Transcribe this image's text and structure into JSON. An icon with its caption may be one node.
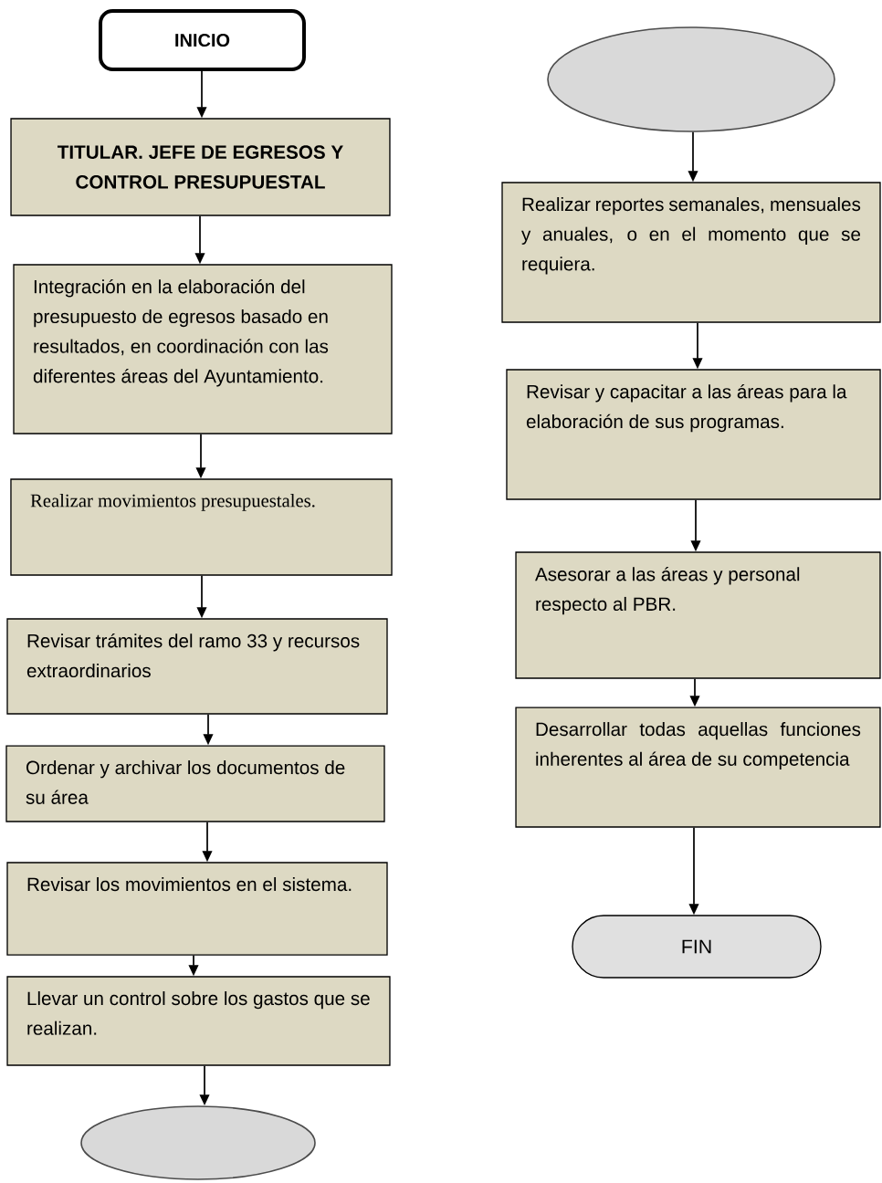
{
  "diagram": {
    "nodes": [
      {
        "text": [
          "INICIO"
        ]
      },
      {
        "text": [
          "TITULAR. JEFE DE  EGRESOS Y CONTROL PRESUPUESTAL"
        ]
      },
      {
        "text": [
          "Integración en la elaboración del presupuesto de egresos basado en resultados, en coordinación con las diferentes áreas del Ayuntamiento."
        ]
      },
      {
        "text": [
          "Realizar movimientos presupuestales."
        ]
      },
      {
        "text": [
          "Revisar trámites del ramo 33 y recursos extraordinarios"
        ]
      },
      {
        "text": [
          "Ordenar y archivar los documentos de su área"
        ]
      },
      {
        "text": [
          "Revisar los movimientos en el sistema."
        ]
      },
      {
        "text": [
          "Llevar un control sobre los gastos que se realizan."
        ]
      },
      {
        "text": [],
        "shape": "circle"
      },
      {
        "text": [],
        "shape": "circle"
      },
      {
        "text": [
          "Realizar reportes semanales, mensuales y anuales, o en el momento que se requiera."
        ]
      },
      {
        "text": [
          "Revisar y capacitar a las áreas para la elaboración de sus programas."
        ]
      },
      {
        "text": [
          "Asesorar a las áreas y personal respecto al PBR."
        ]
      },
      {
        "text": [
          "Desarrollar todas aquellas funciones inherentes al área de su competencia"
        ]
      },
      {
        "text": [
          "FIN"
        ]
      }
    ],
    "edges": [
      {
        "from": 0,
        "to": 1,
        "arrow": "to"
      },
      {
        "from": 1,
        "to": 2,
        "arrow": "to"
      },
      {
        "from": 2,
        "to": 3,
        "arrow": "to"
      },
      {
        "from": 3,
        "to": 4,
        "arrow": "to"
      },
      {
        "from": 4,
        "to": 5,
        "arrow": "to"
      },
      {
        "from": 5,
        "to": 6,
        "arrow": "to"
      },
      {
        "from": 6,
        "to": 7,
        "arrow": "to"
      },
      {
        "from": 7,
        "to": 8,
        "arrow": "to"
      },
      {
        "from": 9,
        "to": 10,
        "arrow": "to"
      },
      {
        "from": 10,
        "to": 11,
        "arrow": "to"
      },
      {
        "from": 11,
        "to": 12,
        "arrow": "to"
      },
      {
        "from": 12,
        "to": 13,
        "arrow": "to"
      },
      {
        "from": 13,
        "to": 14,
        "arrow": "to"
      }
    ]
  }
}
